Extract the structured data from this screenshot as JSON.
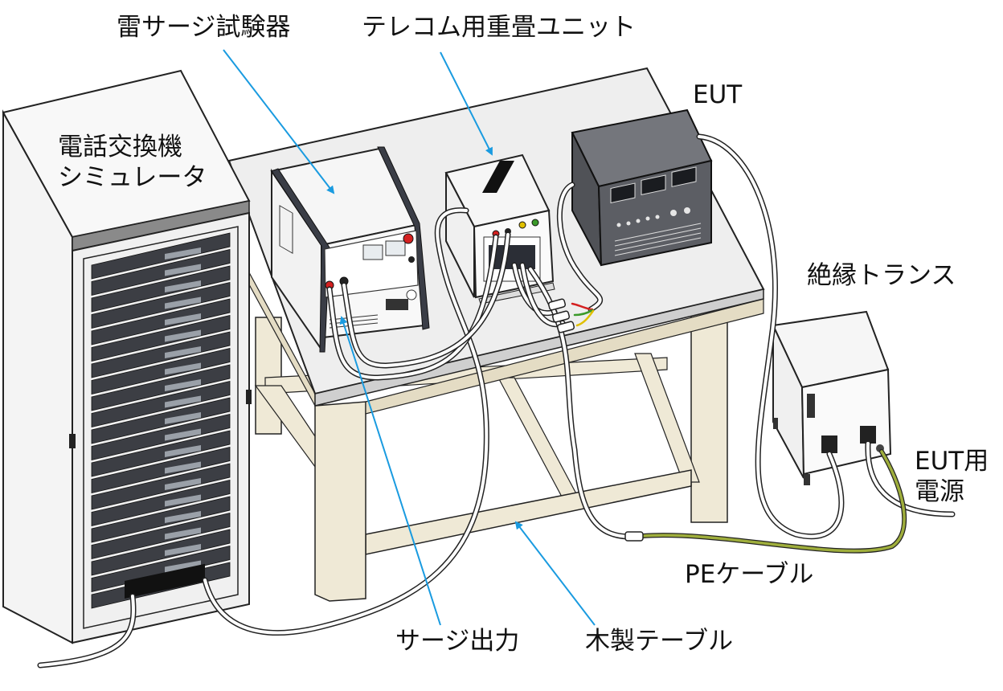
{
  "labels": {
    "surge_tester": "雷サージ試験器",
    "telecom_coupler": "テレコム用重畳ユニット",
    "eut": "EUT",
    "pbx_line1": "電話交換機",
    "pbx_line2": "シミュレータ",
    "isolation_transformer": "絶縁トランス",
    "eut_power_line1": "EUT用",
    "eut_power_line2": "電源",
    "pe_cable": "PEケーブル",
    "surge_output": "サージ出力",
    "wooden_table": "木製テーブル"
  },
  "colors": {
    "leader_arrow": "#1a9be0",
    "pe_cable": "#9fae3c",
    "rack_body": "#f3f3f3",
    "rack_unit": "#3c3e44",
    "table_top": "#eeeeee",
    "table_leg": "#efe9d6",
    "eut_box": "#5c5e64",
    "cable_red": "#d42020",
    "cable_green": "#3b9a2a",
    "cable_yellow": "#e0c000"
  },
  "icons": {
    "arrow": "leader-arrow-icon",
    "ferrite": "ferrite-core-icon"
  }
}
